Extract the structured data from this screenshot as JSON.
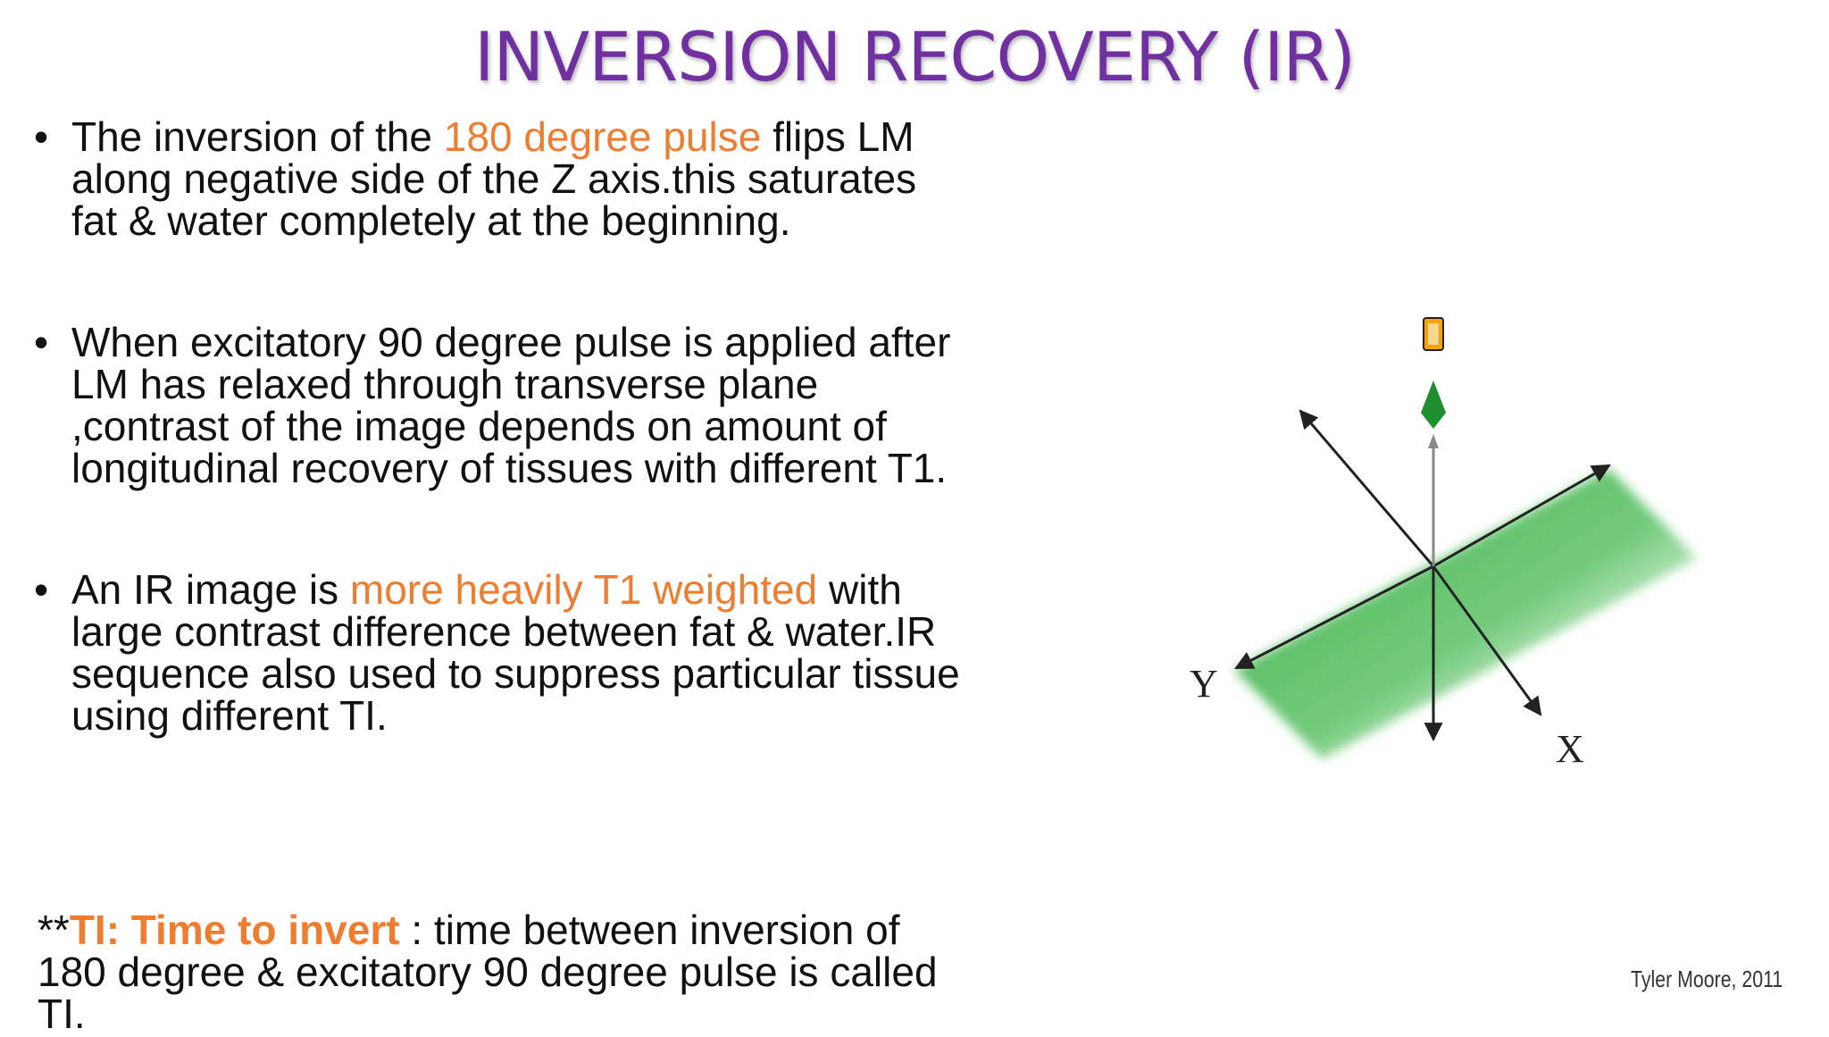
{
  "slide": {
    "title": "INVERSION RECOVERY (IR)",
    "bullets": [
      {
        "pre": "The inversion of the ",
        "highlight": "180 degree pulse",
        "post": " flips LM along negative side of the Z axis.this saturates fat & water completely at the beginning."
      },
      {
        "pre": "When excitatory 90 degree pulse is applied after LM has relaxed through transverse plane ,contrast of the image depends on amount of longitudinal recovery of tissues with different T1.",
        "highlight": "",
        "post": ""
      },
      {
        "pre": "An IR image is ",
        "highlight": "more heavily T1 weighted",
        "post": " with large contrast difference between fat & water.IR sequence also used to suppress particular tissue using different TI."
      }
    ],
    "bullet_symbol": "•",
    "note": {
      "prefix": "**",
      "term": "TI: Time to invert",
      "definition": " : time between inversion of 180 degree & excitatory 90 degree pulse is called TI."
    }
  },
  "diagram": {
    "axis_y_label": "Y",
    "axis_x_label": "X",
    "credit": "Tyler Moore, 2011",
    "colors": {
      "plane": "#3cb043",
      "vector": "#1e8f2e",
      "pulse": "#f5a300",
      "axis": "#222222"
    }
  },
  "colors": {
    "title": "#7030a0",
    "accent": "#ed7d31",
    "text": "#111111"
  }
}
